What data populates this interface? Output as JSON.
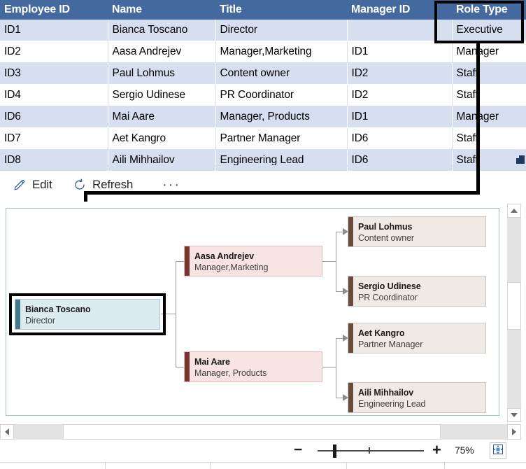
{
  "table": {
    "columns": [
      "Employee ID",
      "Name",
      "Title",
      "Manager ID",
      "Role Type"
    ],
    "rows": [
      {
        "id": "ID1",
        "name": "Bianca Toscano",
        "title": "Director",
        "manager": "",
        "role": "Executive"
      },
      {
        "id": "ID2",
        "name": "Aasa Andrejev",
        "title": "Manager,Marketing",
        "manager": "ID1",
        "role": "Manager"
      },
      {
        "id": "ID3",
        "name": "Paul Lohmus",
        "title": "Content owner",
        "manager": "ID2",
        "role": "Staff"
      },
      {
        "id": "ID4",
        "name": "Sergio Udinese",
        "title": "PR Coordinator",
        "manager": "ID2",
        "role": "Staff"
      },
      {
        "id": "ID6",
        "name": "Mai Aare",
        "title": "Manager, Products",
        "manager": "ID1",
        "role": "Manager"
      },
      {
        "id": "ID7",
        "name": "Aet Kangro",
        "title": "Partner Manager",
        "manager": "ID6",
        "role": "Staff"
      },
      {
        "id": "ID8",
        "name": "Aili Mihhailov",
        "title": "Engineering Lead",
        "manager": "ID6",
        "role": "Staff"
      }
    ],
    "header_color": "#44699f",
    "band_color": "#d6dff0"
  },
  "toolbar": {
    "edit_label": "Edit",
    "refresh_label": "Refresh",
    "more_label": "···",
    "edit_icon": "pencil-icon",
    "refresh_icon": "refresh-icon",
    "more_icon": "ellipsis-icon"
  },
  "callout": {
    "description": "Black elbow arrow from Role Type / Executive cell to the Bianca Toscano node",
    "source_cell": "Executive",
    "target_node": "Bianca Toscano"
  },
  "diagram": {
    "nodes": [
      {
        "key": "root",
        "name": "Bianca Toscano",
        "title": "Director",
        "type": "executive",
        "selected": true,
        "accent": "#45788d",
        "fill": "#dcebf0"
      },
      {
        "key": "mgr1",
        "name": "Aasa Andrejev",
        "title": "Manager,Marketing",
        "type": "manager",
        "selected": false,
        "accent": "#7b3531",
        "fill": "#f7e3e2"
      },
      {
        "key": "mgr2",
        "name": "Mai Aare",
        "title": "Manager, Products",
        "type": "manager",
        "selected": false,
        "accent": "#7b3531",
        "fill": "#f7e3e2"
      },
      {
        "key": "stf1",
        "name": "Paul Lohmus",
        "title": "Content owner",
        "type": "staff",
        "selected": false,
        "accent": "#6b4a3e",
        "fill": "#efeae6"
      },
      {
        "key": "stf2",
        "name": "Sergio Udinese",
        "title": "PR Coordinator",
        "type": "staff",
        "selected": false,
        "accent": "#6b4a3e",
        "fill": "#efeae6"
      },
      {
        "key": "stf3",
        "name": "Aet Kangro",
        "title": "Partner Manager",
        "type": "staff",
        "selected": false,
        "accent": "#6b4a3e",
        "fill": "#efeae6"
      },
      {
        "key": "stf4",
        "name": "Aili Mihhailov",
        "title": "Engineering Lead",
        "type": "staff",
        "selected": false,
        "accent": "#6b4a3e",
        "fill": "#efeae6"
      }
    ],
    "edges": [
      {
        "from": "root",
        "to": "mgr1"
      },
      {
        "from": "root",
        "to": "mgr2"
      },
      {
        "from": "mgr1",
        "to": "stf1"
      },
      {
        "from": "mgr1",
        "to": "stf2"
      },
      {
        "from": "mgr2",
        "to": "stf3"
      },
      {
        "from": "mgr2",
        "to": "stf4"
      }
    ],
    "border_color": "#9dc3bd"
  },
  "zoom_controls": {
    "minus_label": "−",
    "plus_label": "+",
    "percent": "75%",
    "fit_icon": "fit-to-window-icon"
  },
  "scrollbars": {
    "vertical_up_icon": "triangle-up-icon",
    "vertical_down_icon": "triangle-down-icon",
    "horizontal_left_icon": "triangle-left-icon",
    "horizontal_right_icon": "triangle-right-icon"
  }
}
